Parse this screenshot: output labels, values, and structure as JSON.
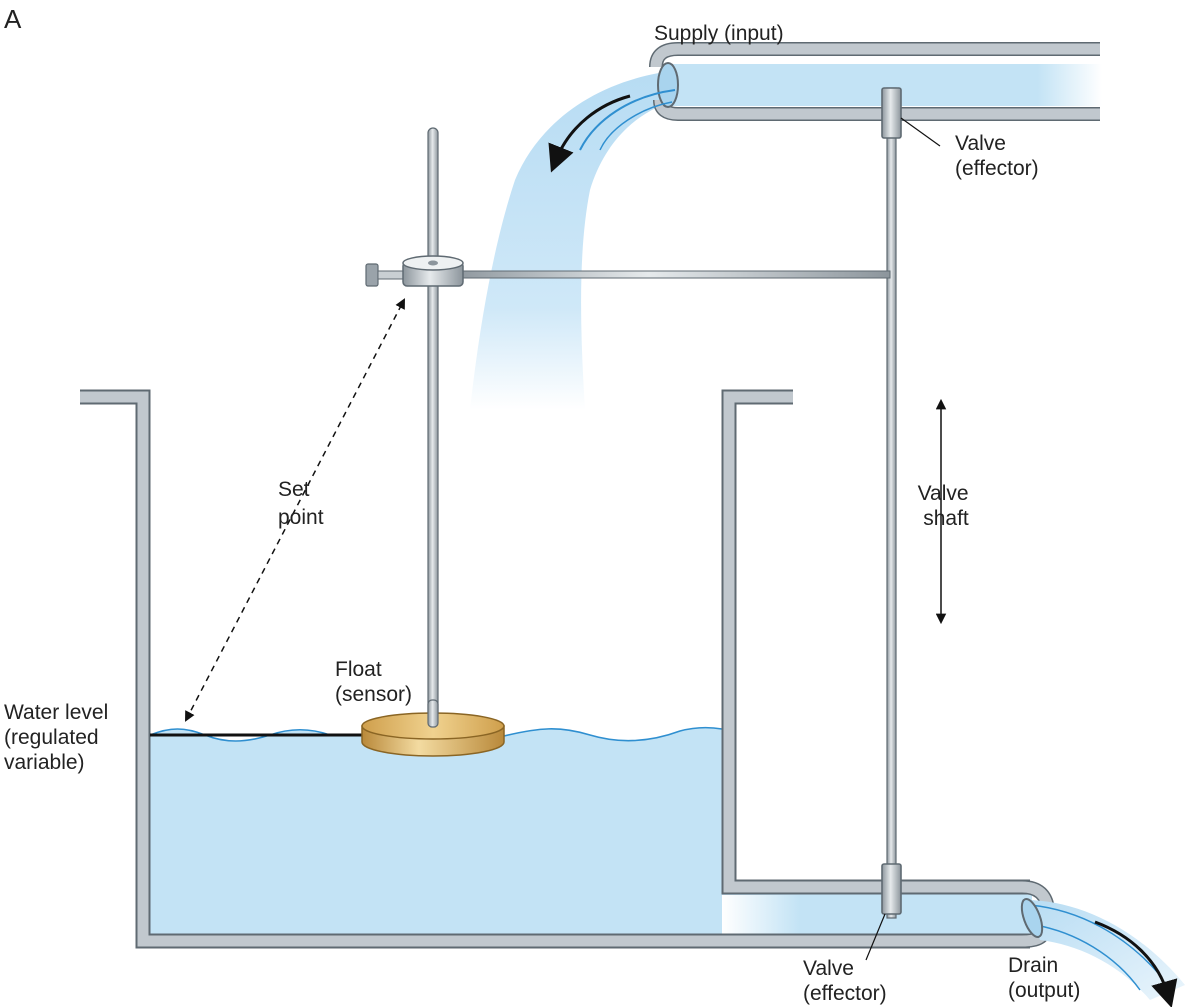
{
  "panel_label": "A",
  "labels": {
    "supply": [
      "Supply (input)"
    ],
    "valve_top": [
      "Valve",
      "(effector)"
    ],
    "valve_shaft": [
      "Valve",
      "shaft"
    ],
    "set_point": [
      "Set",
      "point"
    ],
    "float": [
      "Float",
      "(sensor)"
    ],
    "water_level": [
      "Water level",
      "(regulated",
      "variable)"
    ],
    "valve_bottom": [
      "Valve",
      "(effector)"
    ],
    "drain": [
      "Drain",
      "(output)"
    ]
  },
  "colors": {
    "metal": "#b8c0c7",
    "metal_edge": "#5f6a72",
    "water": "#c3e3f5",
    "water_line": "#2f8fd0",
    "float": "#ddb56a",
    "arrow": "#111111"
  }
}
